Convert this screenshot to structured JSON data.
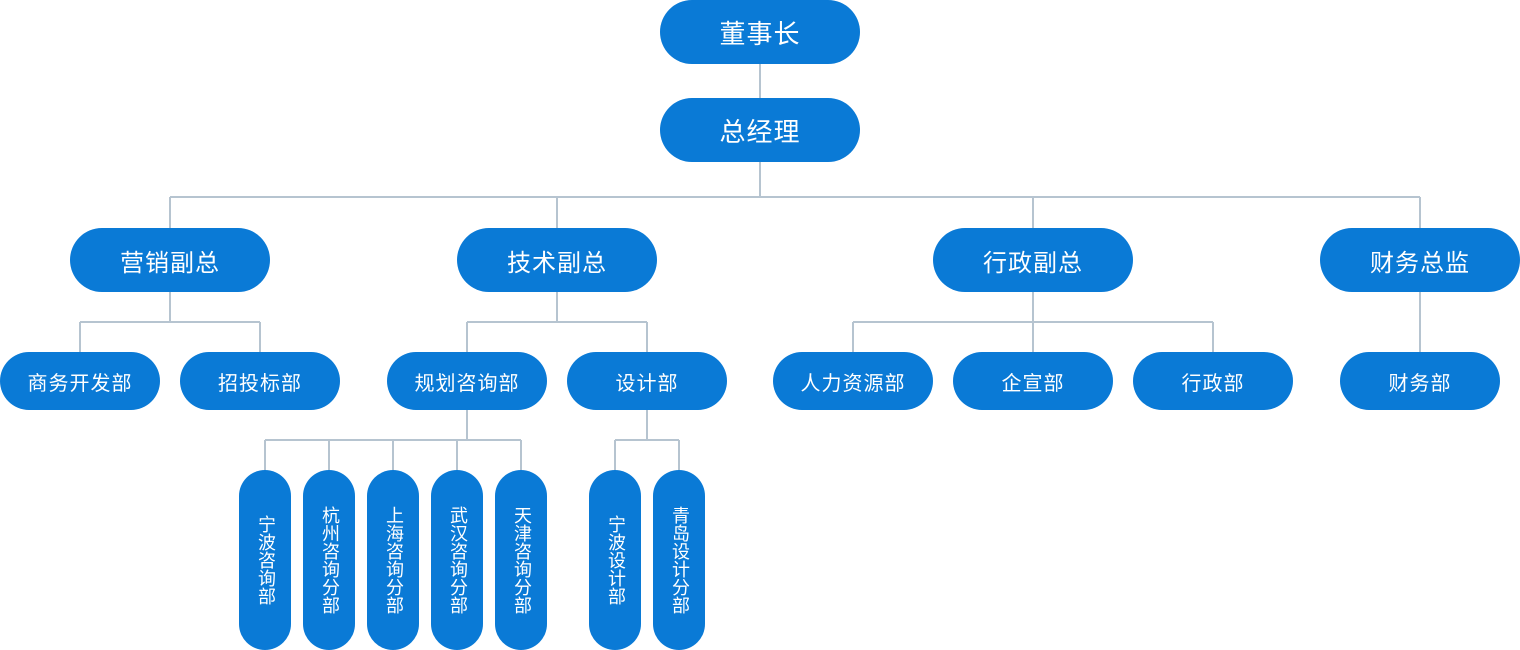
{
  "chairman": "董事长",
  "general_manager": "总经理",
  "deputies": {
    "marketing": "营销副总",
    "technical": "技术副总",
    "administration": "行政副总",
    "finance": "财务总监"
  },
  "departments": {
    "business_development": "商务开发部",
    "bidding": "招投标部",
    "planning_consulting": "规划咨询部",
    "design": "设计部",
    "human_resources": "人力资源部",
    "publicity": "企宣部",
    "administration": "行政部",
    "finance": "财务部"
  },
  "branches": {
    "ningbo_consulting": "宁波咨询部",
    "hangzhou_consulting": "杭州咨询分部",
    "shanghai_consulting": "上海咨询分部",
    "wuhan_consulting": "武汉咨询分部",
    "tianjin_consulting": "天津咨询分部",
    "ningbo_design": "宁波设计部",
    "qingdao_design": "青岛设计分部"
  },
  "colors": {
    "node": "#0a7ad6",
    "line": "#b6c4d0",
    "text": "#ffffff"
  }
}
